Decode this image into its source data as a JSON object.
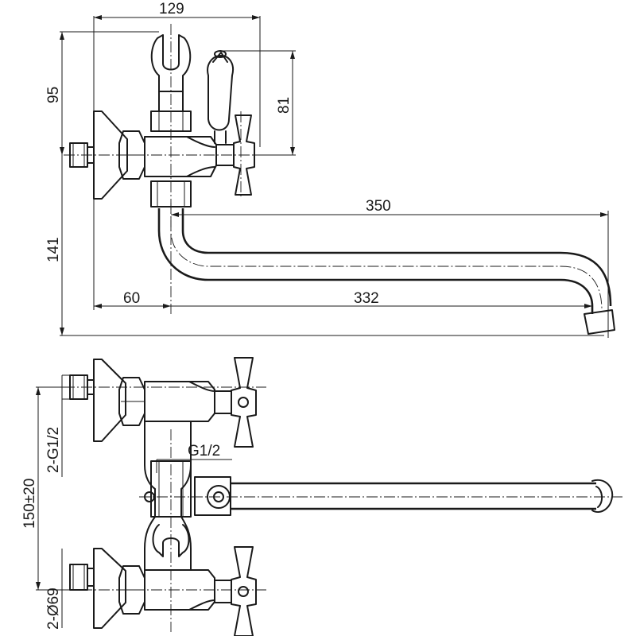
{
  "dimensions": {
    "overall_width": "129",
    "upper_height": "95",
    "handle_height": "81",
    "lower_height": "141",
    "spout_length": "350",
    "body_offset": "60",
    "spout_reach": "332"
  },
  "bottom_view": {
    "thread_connection": "2-G1/2",
    "shower_thread": "G1/2",
    "center_distance": "150±20",
    "flange_diameter": "2-Ø69"
  }
}
